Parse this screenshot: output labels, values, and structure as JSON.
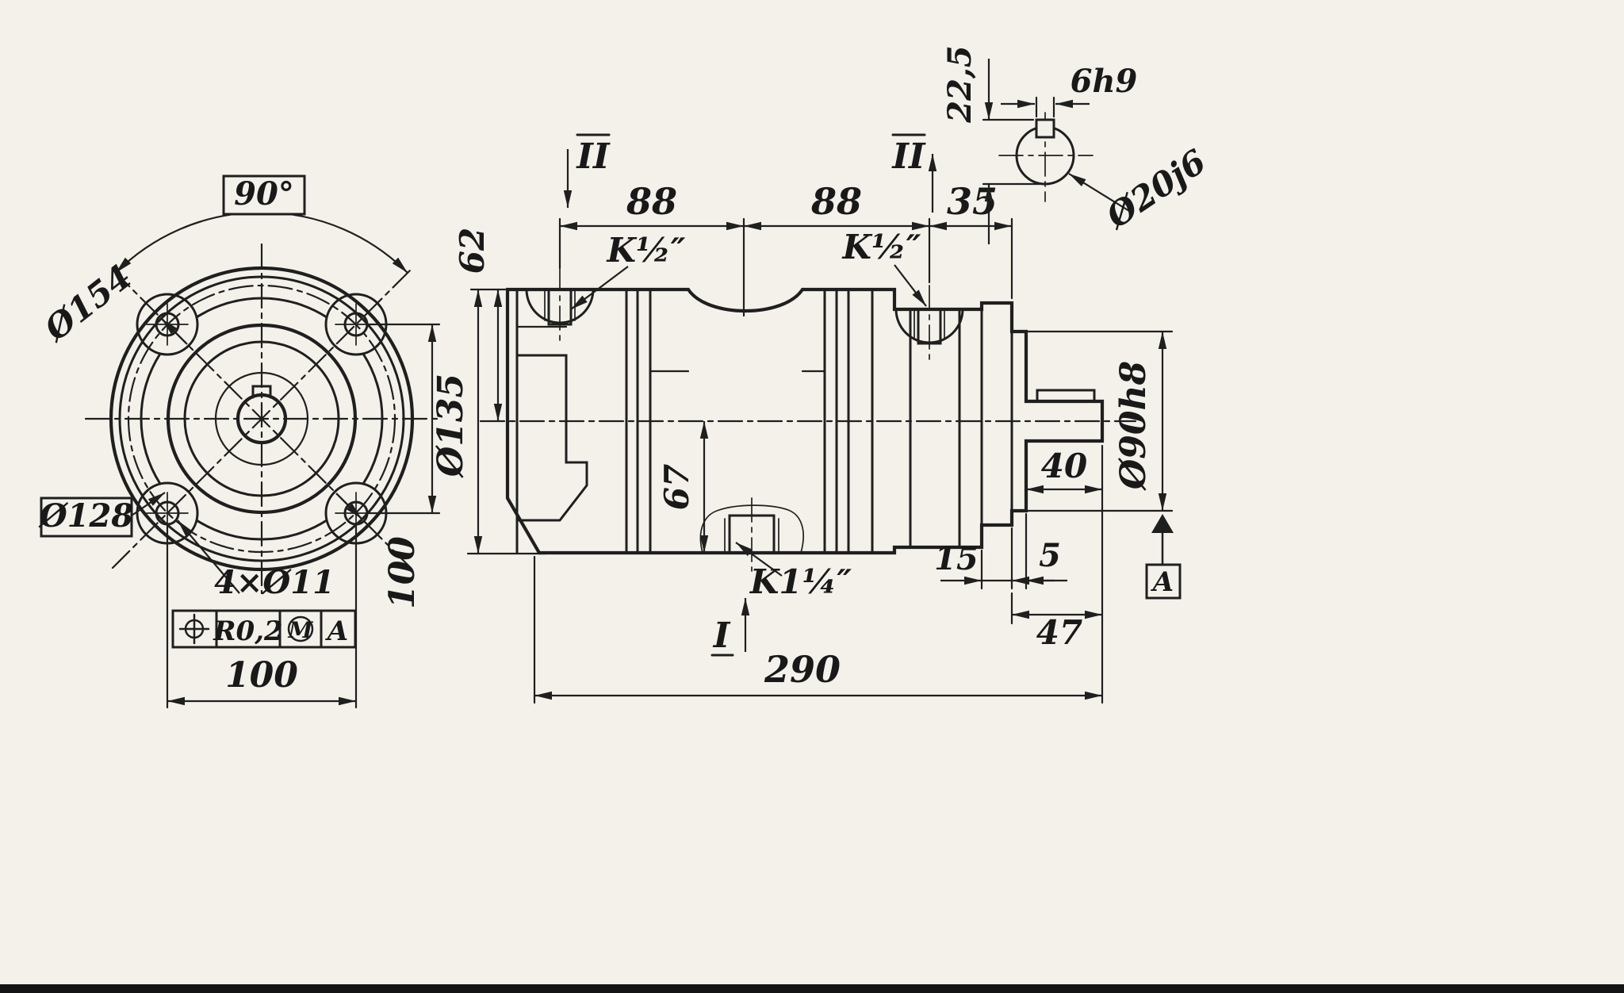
{
  "colors": {
    "paper": "#f3f1ea",
    "ink": "#1f1f1f"
  },
  "front_view": {
    "angle_label": "90°",
    "dia_154": "Ø154",
    "dia_128": "Ø128",
    "holes_label": "4×Ø11",
    "tol_value": "R0,2",
    "tol_modifier": "M",
    "tol_datum": "A",
    "dim_width": "100",
    "dim_height": "100"
  },
  "side_view": {
    "dim_62": "62",
    "dia_135": "Ø135",
    "dim_88_left": "88",
    "dim_88_right": "88",
    "dim_35": "35",
    "thread_left": "K½″",
    "thread_right": "K½″",
    "thread_bottom": "K1¼″",
    "dim_67": "67",
    "dia_90": "Ø90h8",
    "dim_40": "40",
    "dim_15": "15",
    "dim_5": "5",
    "dim_47": "47",
    "dim_290": "290",
    "datum_label": "A",
    "section_left": "II",
    "section_right": "II",
    "section_bottom": "I"
  },
  "shaft_detail": {
    "key_width": "6h9",
    "depth": "22,5",
    "dia": "Ø20j6"
  }
}
